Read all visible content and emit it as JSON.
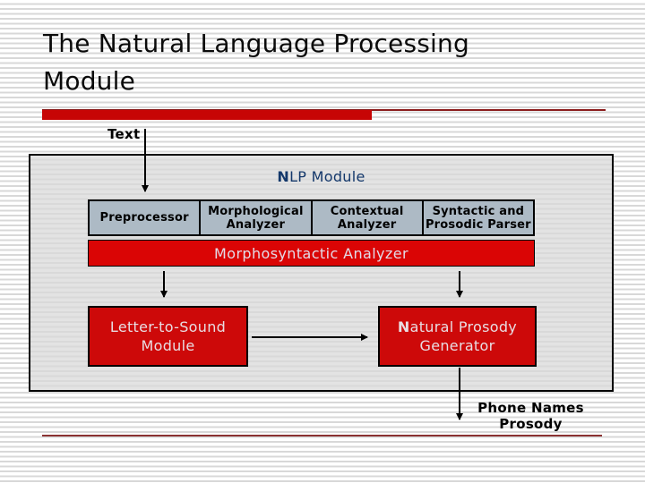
{
  "slide": {
    "title_line1": "The Natural Language Processing",
    "title_line2": "Module",
    "colors": {
      "accent_red_bar": "#c70505",
      "thin_rule_red": "#8b1d1d",
      "bottom_rule_red": "#8b3232",
      "diagram_red_fill": "#cd0909",
      "analyzer_box_fill": "#adbac5",
      "nlp_title_navy": "#14386b",
      "red_box_text": "#e8dde2",
      "container_fill": "#dddddd"
    }
  },
  "labels": {
    "input": "Text",
    "output": {
      "line1_pre": "Phone ",
      "line1_bold": "N",
      "line1_post": "ames",
      "line2": "Prosody"
    }
  },
  "diagram": {
    "container_title": {
      "bold": "N",
      "rest": "LP Module"
    },
    "row_boxes": [
      {
        "label": "Preprocessor"
      },
      {
        "label": "Morphological\nAnalyzer"
      },
      {
        "label": "Contextual\nAnalyzer"
      },
      {
        "label": "Syntactic and\nProsodic Parser"
      }
    ],
    "morpho_bar_label": "Morphosyntactic Analyzer",
    "letter_to_sound": {
      "label": "Letter-to-Sound\nModule"
    },
    "natural_prosody": {
      "line1_bold": "N",
      "line1_rest": "atural Prosody",
      "line2": "Generator"
    }
  }
}
